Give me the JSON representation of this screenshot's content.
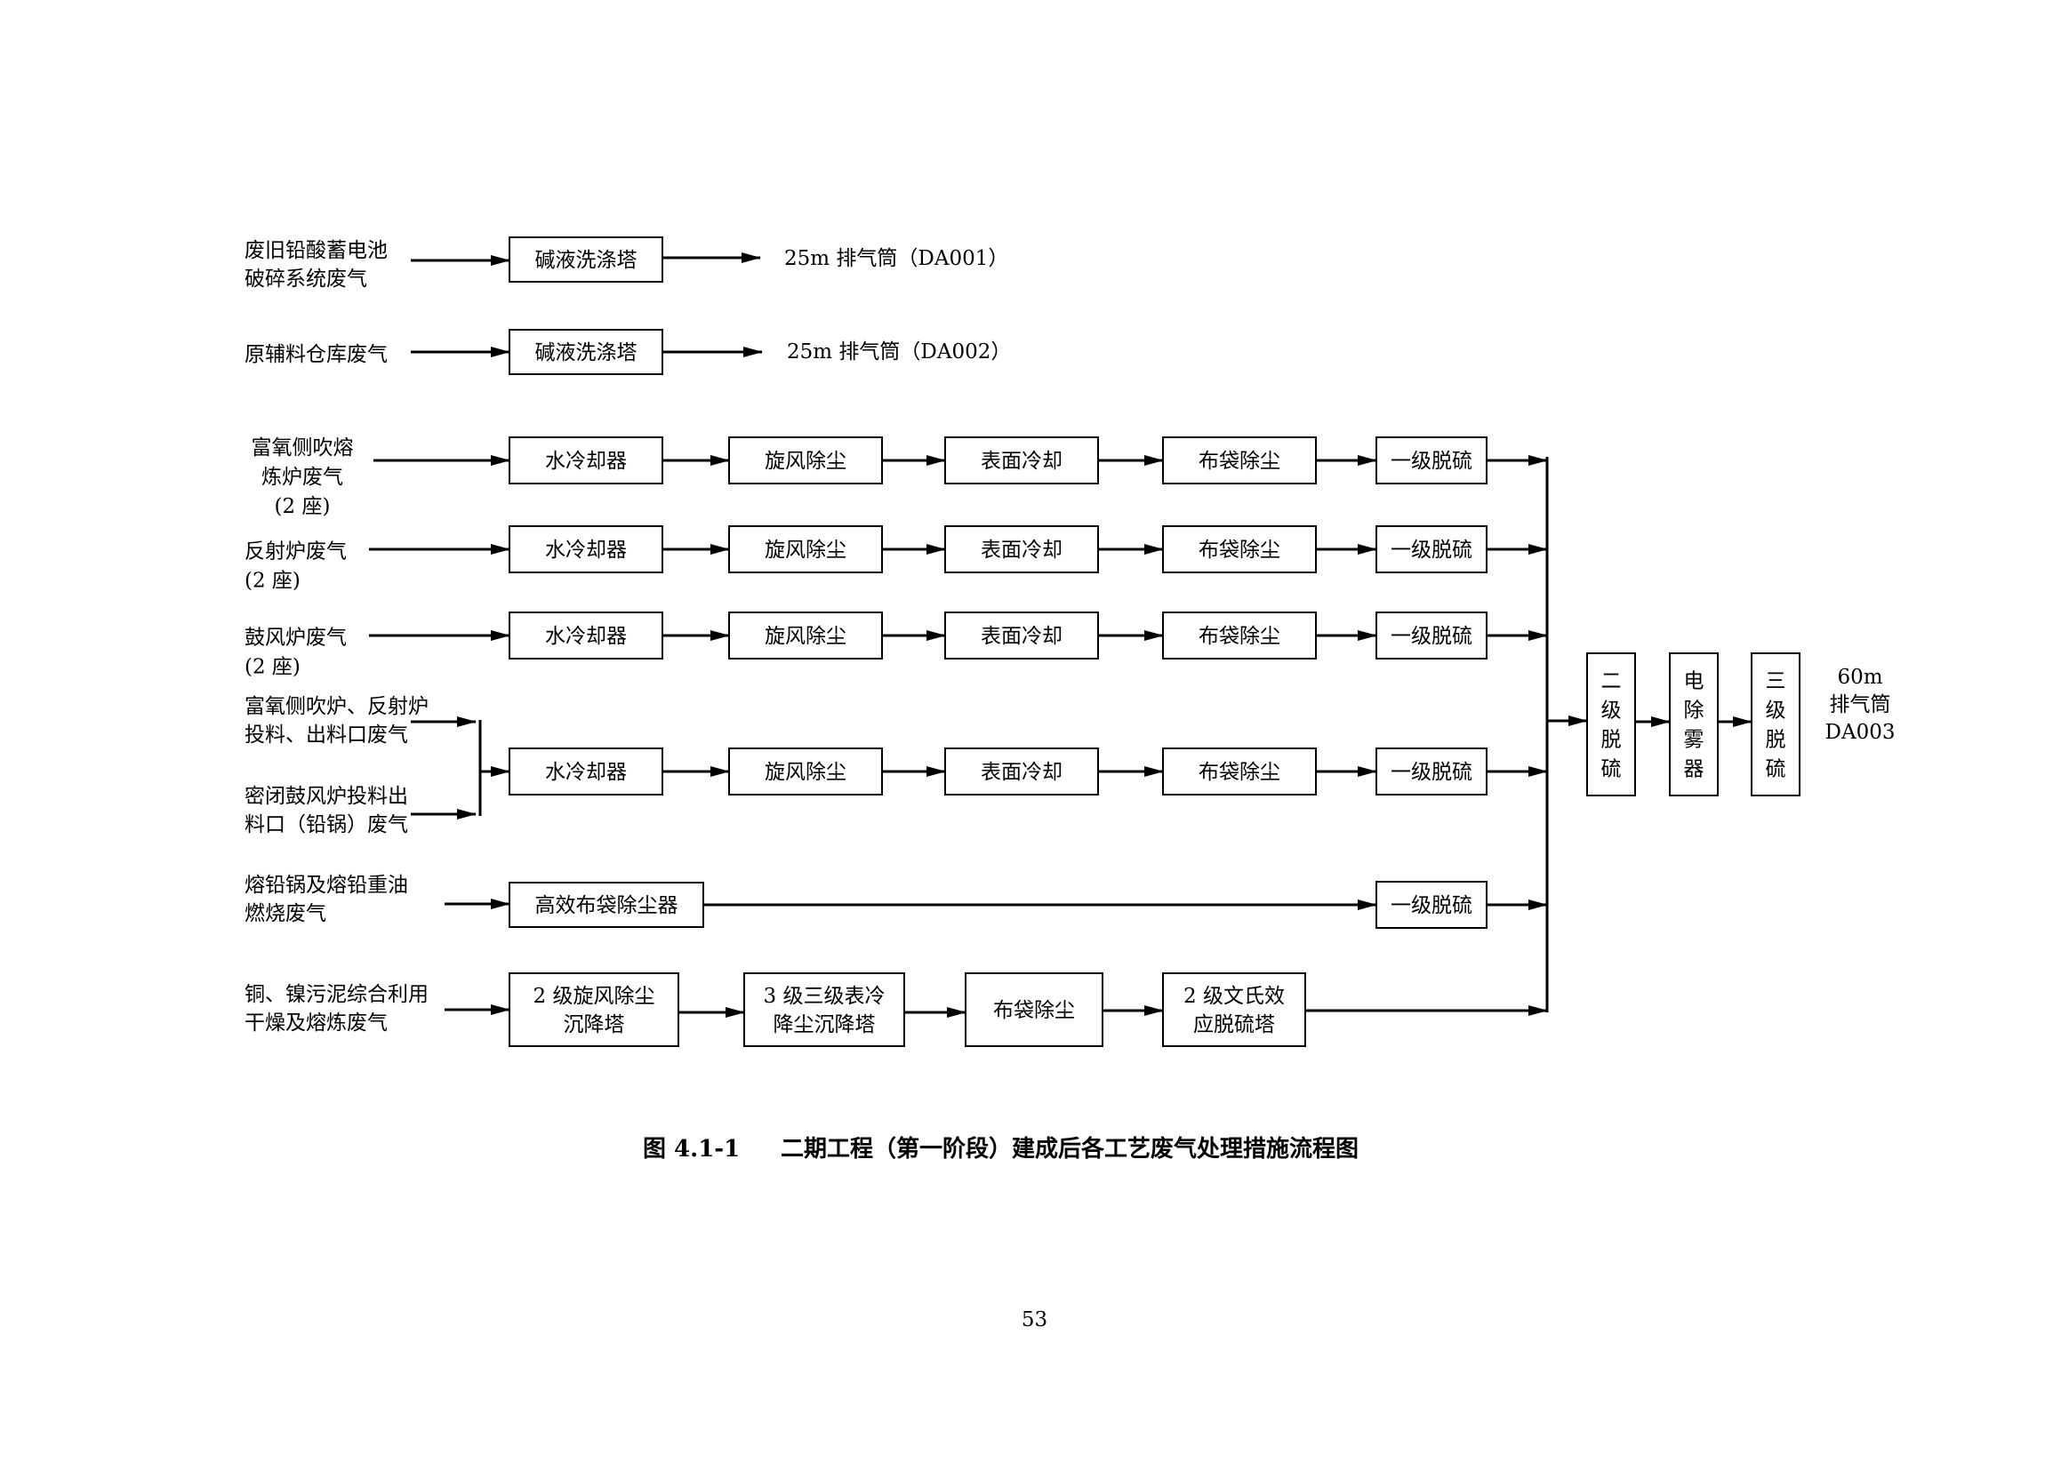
{
  "sources": {
    "s1": [
      "废旧铅酸蓄电池",
      "破碎系统废气"
    ],
    "s2": [
      "原辅料仓库废气"
    ],
    "s3": [
      "富氧侧吹熔",
      "炼炉废气",
      "(2 座)"
    ],
    "s4": [
      "反射炉废气",
      "(2 座)"
    ],
    "s5": [
      "鼓风炉废气",
      "(2 座)"
    ],
    "s6a": [
      "富氧侧吹炉、反射炉",
      "投料、出料口废气"
    ],
    "s6b": [
      "密闭鼓风炉投料出",
      "料口（铅锅）废气"
    ],
    "s7": [
      "熔铅锅及熔铅重油",
      "燃烧废气"
    ],
    "s8": [
      "铜、镍污泥综合利用",
      "干燥及熔炼废气"
    ]
  },
  "steps": {
    "alkali_scrubber": "碱液洗涤塔",
    "water_cooler": "水冷却器",
    "cyclone": "旋风除尘",
    "surface_cooling": "表面冷却",
    "bag_filter": "布袋除尘",
    "primary_desulf": "一级脱硫",
    "hi_eff_bag": "高效布袋除尘器",
    "cyclone_2stage": [
      "2 级旋风除尘",
      "沉降塔"
    ],
    "cooling_3stage": [
      "3 级三级表冷",
      "降尘沉降塔"
    ],
    "venturi_2stage": [
      "2 级文氏效",
      "应脱硫塔"
    ],
    "secondary_desulf": [
      "二",
      "级",
      "脱",
      "硫"
    ],
    "electro_demister": [
      "电",
      "除",
      "雾",
      "器"
    ],
    "tertiary_desulf": [
      "三",
      "级",
      "脱",
      "硫"
    ]
  },
  "outlets": {
    "da001": "25m 排气筒（DA001）",
    "da002": "25m 排气筒（DA002）",
    "da003": [
      "60m",
      "排气筒",
      "DA003"
    ]
  },
  "caption": {
    "number": "图 4.1-1",
    "title": "二期工程（第一阶段）建成后各工艺废气处理措施流程图"
  },
  "page_number": "53"
}
